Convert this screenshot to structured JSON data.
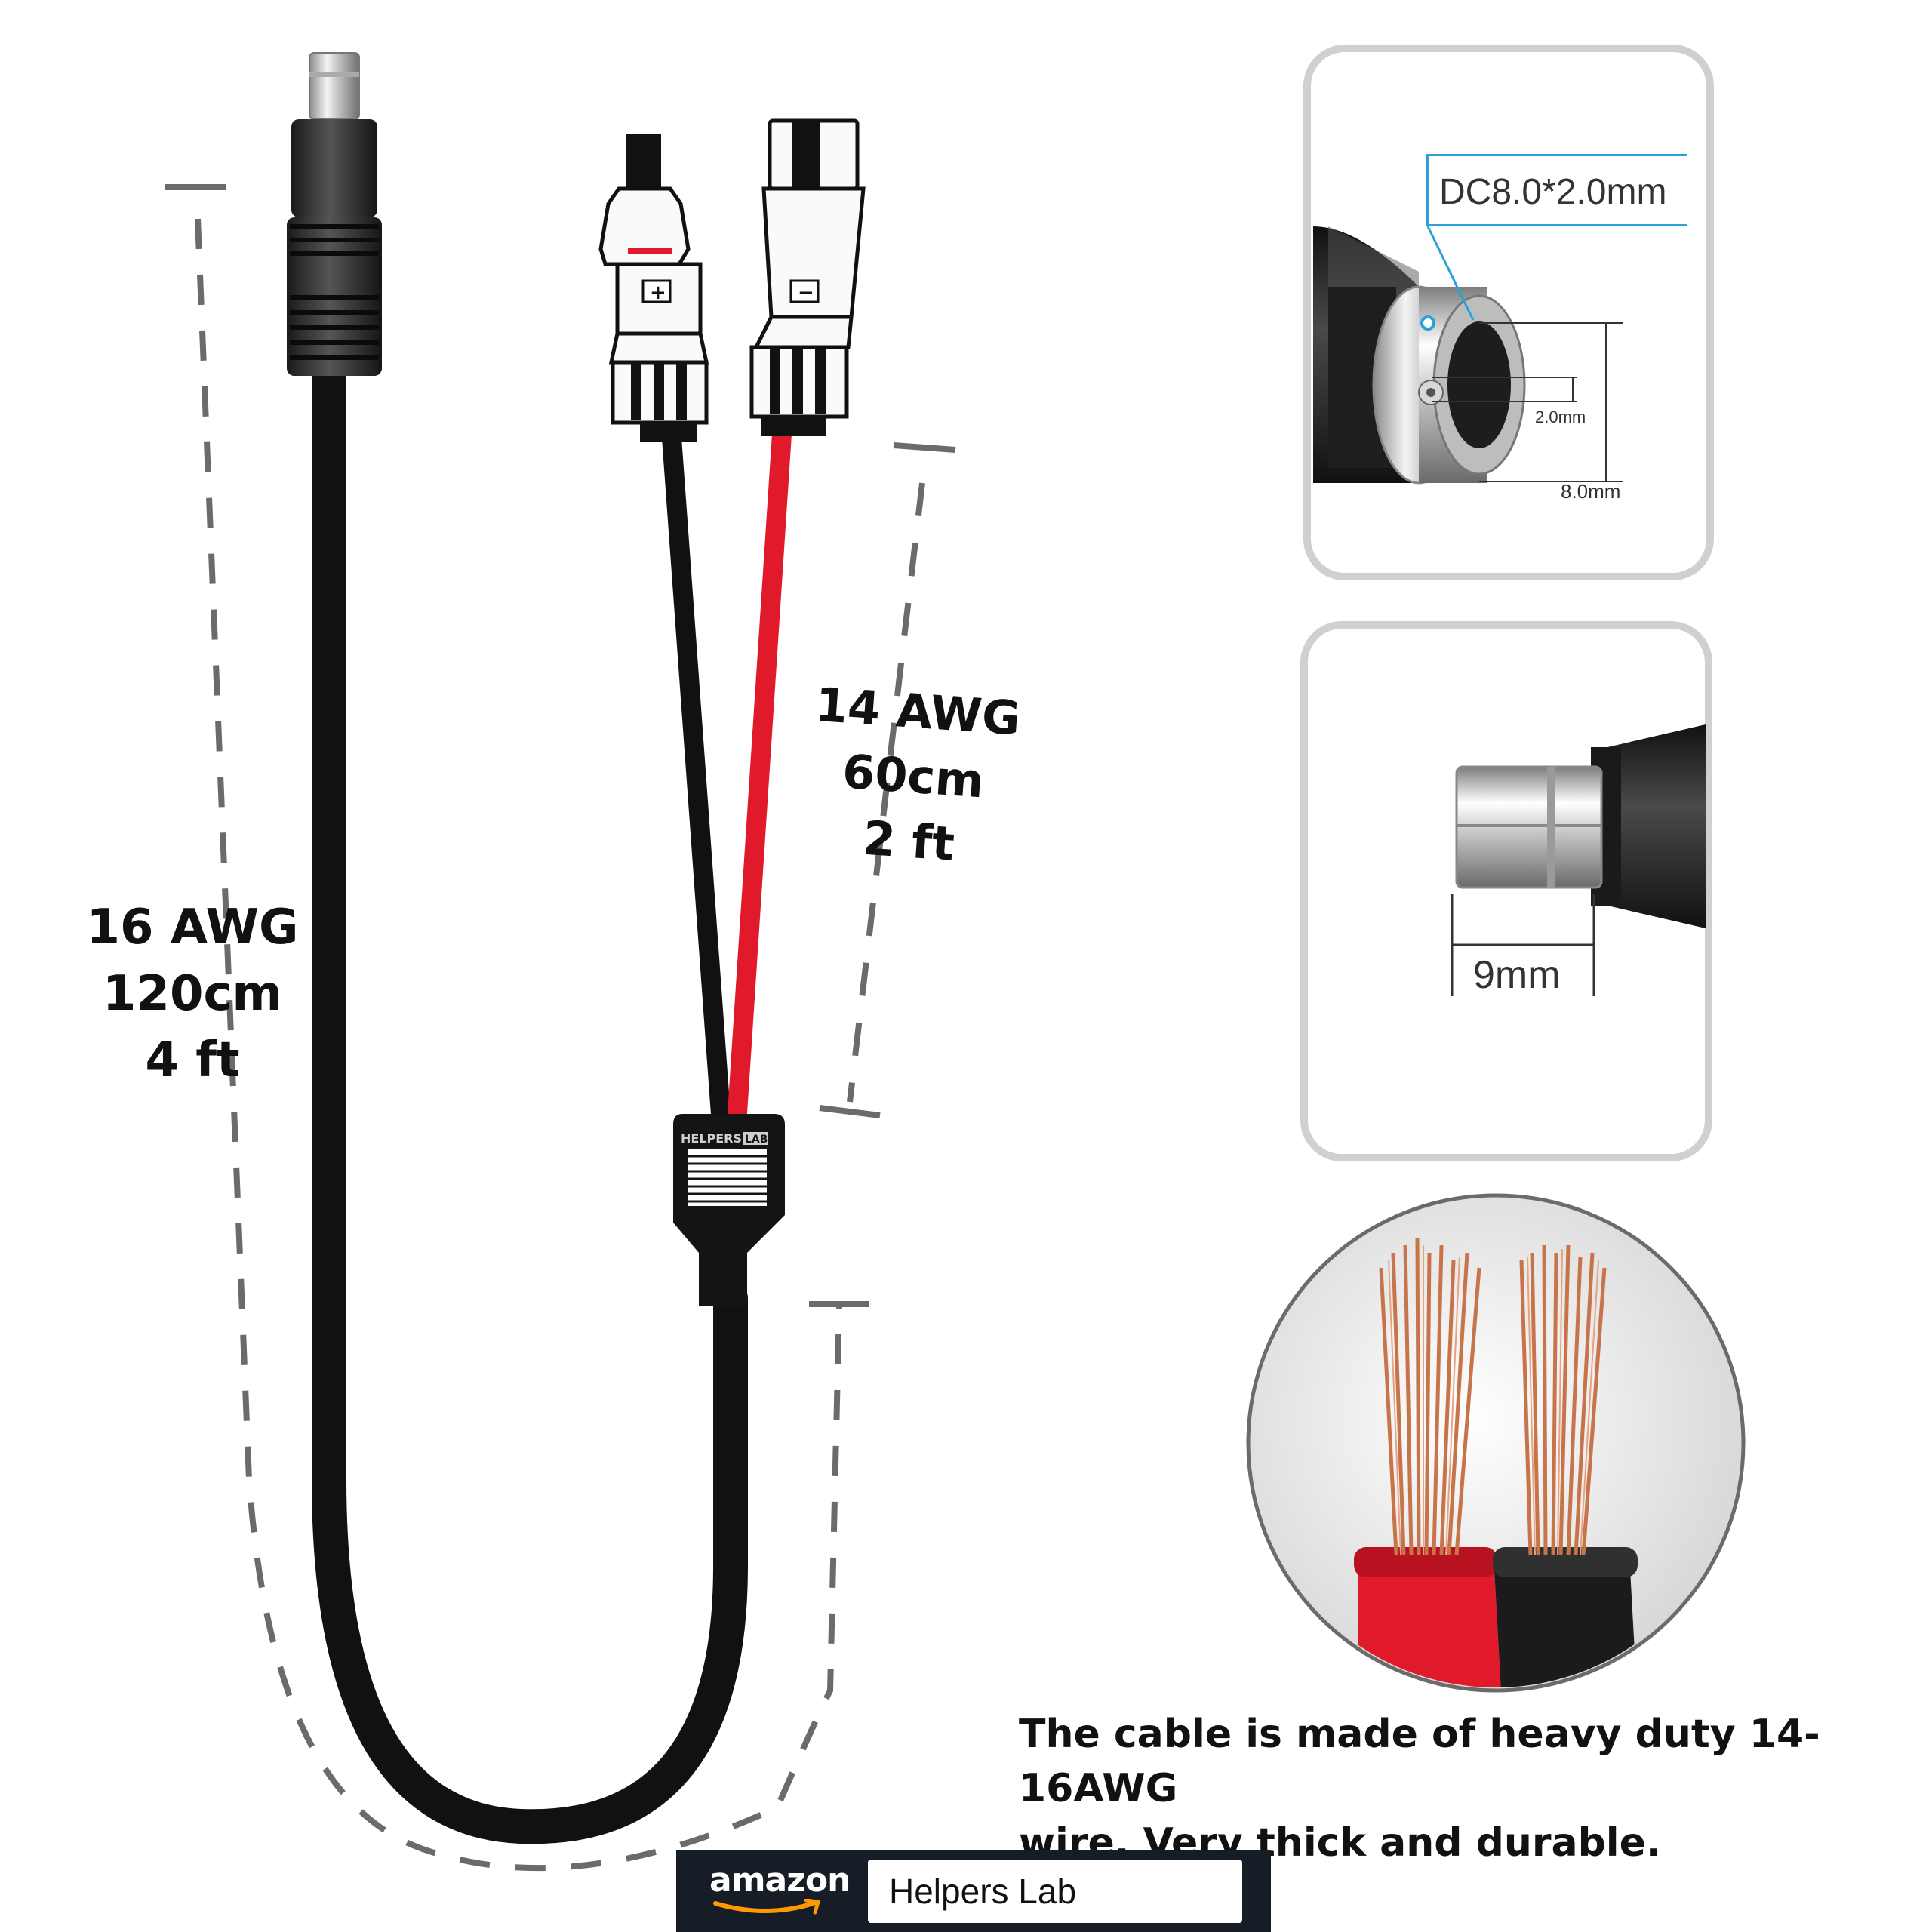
{
  "long_cable": {
    "awg": "16 AWG",
    "length_cm": "120cm",
    "length_ft": "4 ft"
  },
  "short_cable": {
    "awg": "14 AWG",
    "length_cm": "60cm",
    "length_ft": "2 ft"
  },
  "connectors": {
    "positive_symbol": "+",
    "negative_symbol": "−"
  },
  "splitter": {
    "brand": "HELPERS",
    "brand_tag": "LAB"
  },
  "dc_plug": {
    "spec": "DC8.0*2.0mm",
    "inner_dim": "2.0mm",
    "outer_dim": "8.0mm"
  },
  "tip": {
    "length": "9mm"
  },
  "caption": {
    "line1": "The cable is made of heavy duty 14-16AWG",
    "line2": "wire. Very thick and durable."
  },
  "amazon": {
    "logo": "amazon",
    "search_value": "Helpers Lab"
  },
  "colors": {
    "cable_black": "#111111",
    "cable_red": "#e0192b",
    "copper": "#c8744a",
    "dash_gray": "#6b6b6b",
    "panel_border": "#d0d0d0"
  }
}
